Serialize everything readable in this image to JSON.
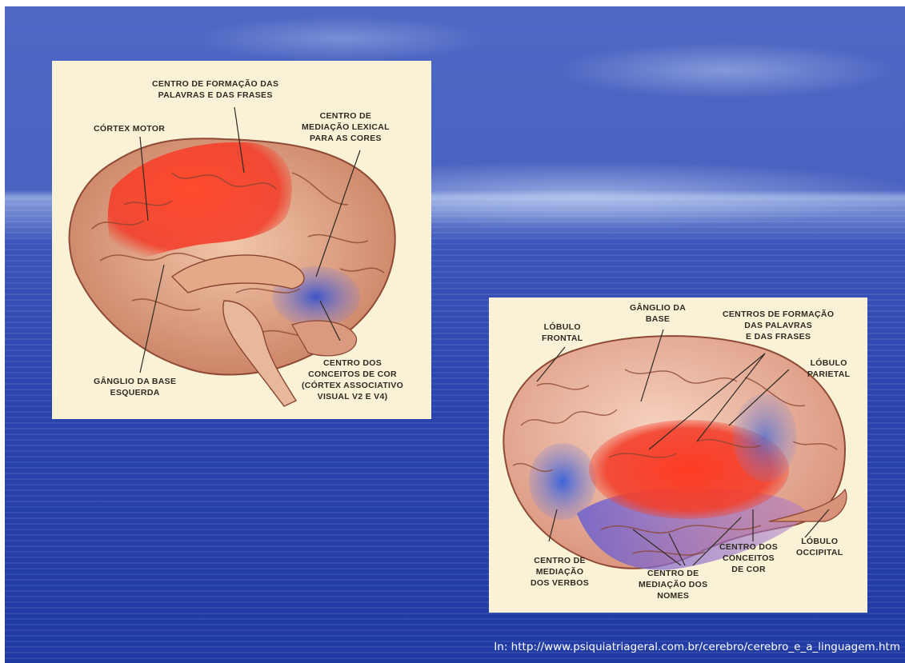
{
  "image1": {
    "labels": {
      "centro_formacao": "CENTRO DE FORMAÇÃO DAS\nPALAVRAS E DAS FRASES",
      "cortex_motor": "CÓRTEX MOTOR",
      "centro_mediacao_lexical": "CENTRO DE\nMEDIAÇÃO LEXICAL\nPARA AS CORES",
      "centro_conceitos_cor": "CENTRO DOS\nCONCEITOS DE COR\n(CÓRTEX ASSOCIATIVO\nVISUAL V2 E V4)",
      "ganglio_base_esquerda": "GÂNGLIO DA BASE\nESQUERDA"
    }
  },
  "image2": {
    "labels": {
      "lobulo_frontal": "LÓBULO\nFRONTAL",
      "ganglio_base": "GÂNGLIO DA\nBASE",
      "centros_formacao": "CENTROS DE FORMAÇÃO\nDAS PALAVRAS\nE DAS FRASES",
      "lobulo_parietal": "LÓBULO\nPARIETAL",
      "centro_mediacao_verbos": "CENTRO DE\nMEDIAÇÃO\nDOS VERBOS",
      "centro_mediacao_nomes": "CENTRO DE\nMEDIAÇÃO DOS\nNOMES",
      "centro_conceitos_cor": "CENTRO DOS\nCONCEITOS\nDE COR",
      "lobulo_occipital": "LÓBULO\nOCCIPITAL"
    }
  },
  "citation": "In: http://www.psiquiatriageral.com.br/cerebro/cerebro_e_a_linguagem.htm",
  "colors": {
    "panel_bg": "#f9f2d6",
    "brain_tissue": "#e9b79a",
    "highlight_red": "#f2402c",
    "highlight_blue": "#4f6fd6",
    "ocean_blue": "#2b44ae"
  }
}
